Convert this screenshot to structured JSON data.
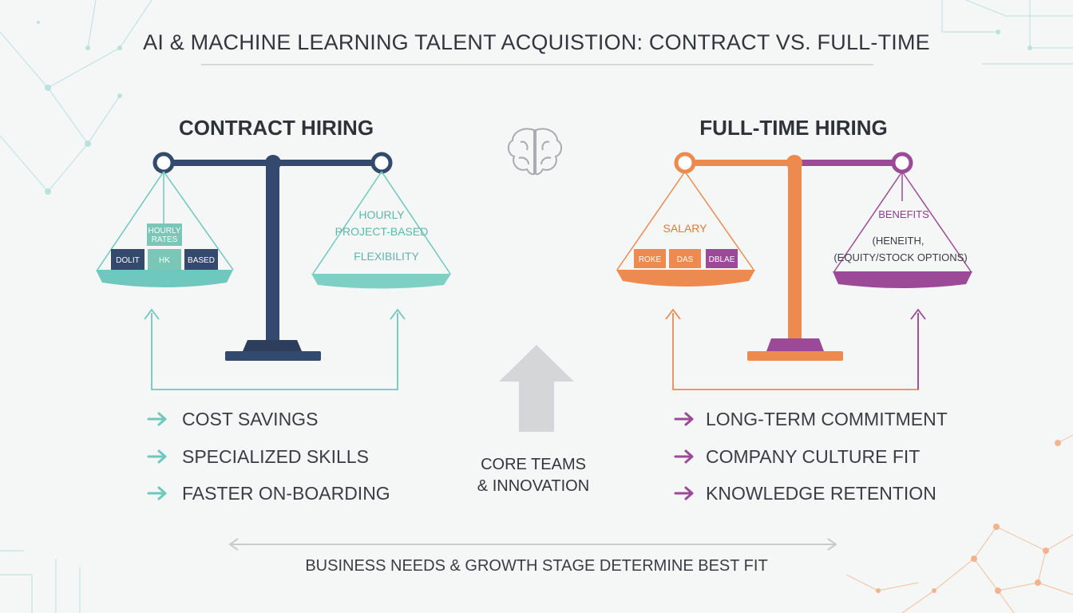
{
  "title": "AI & MACHINE LEARNING TALENT ACQUISTION: CONTRACT VS. FULL-TIME",
  "contract": {
    "heading": "CONTRACT HIRING",
    "left_pan": {
      "top_box": [
        "HOURLY",
        "RATES"
      ],
      "boxes": [
        "DOLIT",
        "HK",
        "BASED"
      ]
    },
    "right_pan": {
      "line1": "HOURLY",
      "line2": "PROJECT-BASED",
      "line3": "FLEXIBILITY"
    },
    "benefits": [
      "COST SAVINGS",
      "SPECIALIZED SKILLS",
      "FASTER ON-BOARDING"
    ]
  },
  "fulltime": {
    "heading": "FULL-TIME HIRING",
    "left_pan": {
      "label": "SALARY",
      "boxes": [
        "ROKE",
        "DAS",
        "DBLAE"
      ]
    },
    "right_pan": {
      "line1": "BENEFITS",
      "line2": "(HENEITH,",
      "line3": "(EQUITY/STOCK OPTIONS)"
    },
    "benefits": [
      "LONG-TERM COMMITMENT",
      "COMPANY CULTURE FIT",
      "KNOWLEDGE RETENTION"
    ]
  },
  "center": {
    "label_line1": "CORE TEAMS",
    "label_line2": "& INNOVATION"
  },
  "footer": "BUSINESS NEEDS & GROWTH STAGE DETERMINE BEST FIT",
  "colors": {
    "navy": "#34496e",
    "teal": "#6ec8bd",
    "teal_box": "#7ac7b7",
    "orange": "#ec8a4f",
    "purple": "#9c4a98",
    "arrow_gray": "#d4d6d8"
  }
}
